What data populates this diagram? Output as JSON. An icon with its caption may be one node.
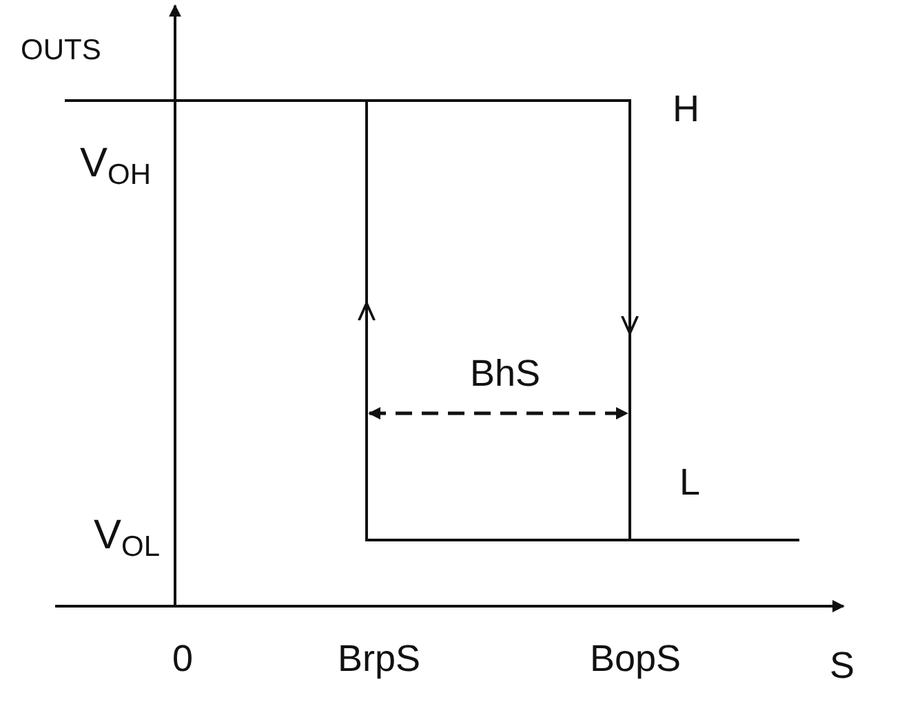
{
  "diagram": {
    "labels": [
      "OUTS",
      "V$_{OH}$",
      "H",
      "BhS",
      "L",
      "V$_{OL}$",
      "0",
      "BrpS",
      "BopS",
      "S"
    ]
  }
}
